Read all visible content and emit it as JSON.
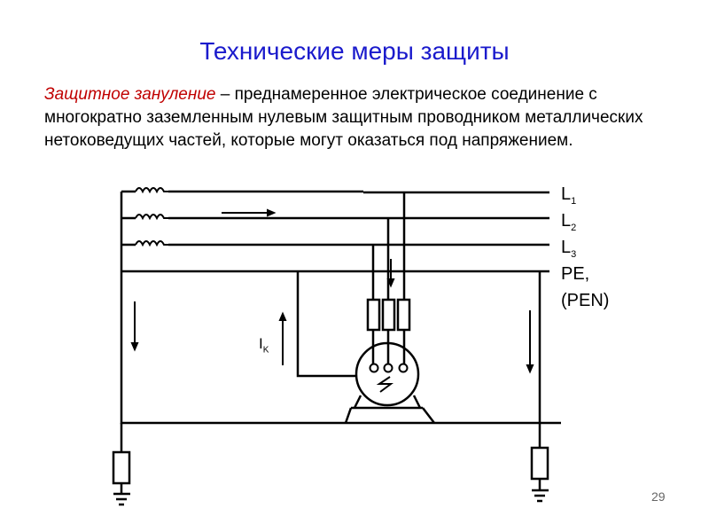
{
  "slide": {
    "title": "Технические меры защиты",
    "definition_term": "Защитное зануление",
    "definition_text": " – преднамеренное электрическое соединение с многократно заземленным нулевым защитным проводником металлических нетоковедущих частей, которые могут оказаться под напряжением.",
    "page_number": "29"
  },
  "diagram": {
    "labels": {
      "l1": "L",
      "l1_sub": "1",
      "l2": "L",
      "l2_sub": "2",
      "l3": "L",
      "l3_sub": "3",
      "pe": "PE,",
      "pen": "(PEN)",
      "ik": "I",
      "ik_sub": "K"
    }
  }
}
